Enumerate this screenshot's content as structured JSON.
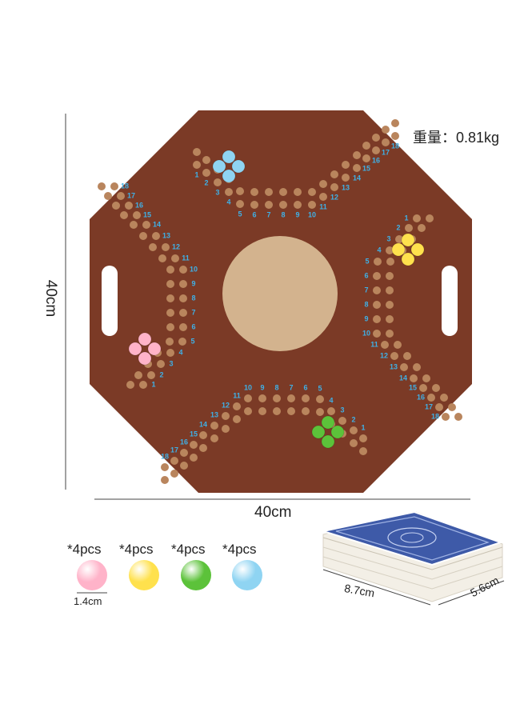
{
  "weight_label": "重量：0.81kg",
  "board": {
    "height_label": "40cm",
    "width_label": "40cm",
    "board_color": "#7b3a26",
    "center_color": "#d3b38e",
    "number_color": "#3fb0e6",
    "hole_color": "#b9855d",
    "track_numbers": {
      "top": [
        "1",
        "2",
        "3",
        "4",
        "5",
        "6",
        "7",
        "8",
        "9",
        "10",
        "11",
        "12",
        "13",
        "14",
        "15",
        "16",
        "17",
        "18"
      ],
      "right": [
        "1",
        "2",
        "3",
        "4",
        "5",
        "6",
        "7",
        "8",
        "9",
        "10",
        "11",
        "12",
        "13",
        "14",
        "15",
        "16",
        "17",
        "18"
      ],
      "bottom": [
        "1",
        "2",
        "3",
        "4",
        "5",
        "6",
        "7",
        "8",
        "9",
        "10",
        "11",
        "12",
        "13",
        "14",
        "15",
        "16",
        "17",
        "18"
      ],
      "left": [
        "1",
        "2",
        "3",
        "4",
        "5",
        "6",
        "7",
        "8",
        "9",
        "10",
        "11",
        "12",
        "13",
        "14",
        "15",
        "16",
        "17",
        "18"
      ]
    }
  },
  "marbles": [
    {
      "color": "#ffb3c9",
      "count_label": "*4pcs"
    },
    {
      "color": "#ffe14d",
      "count_label": "*4pcs"
    },
    {
      "color": "#5cc23a",
      "count_label": "*4pcs"
    },
    {
      "color": "#8fd4f2",
      "count_label": "*4pcs"
    }
  ],
  "marble_size_label": "1.4cm",
  "cards": {
    "width_label": "8.7cm",
    "depth_label": "5.6cm",
    "back_color": "#3e5aa8"
  }
}
